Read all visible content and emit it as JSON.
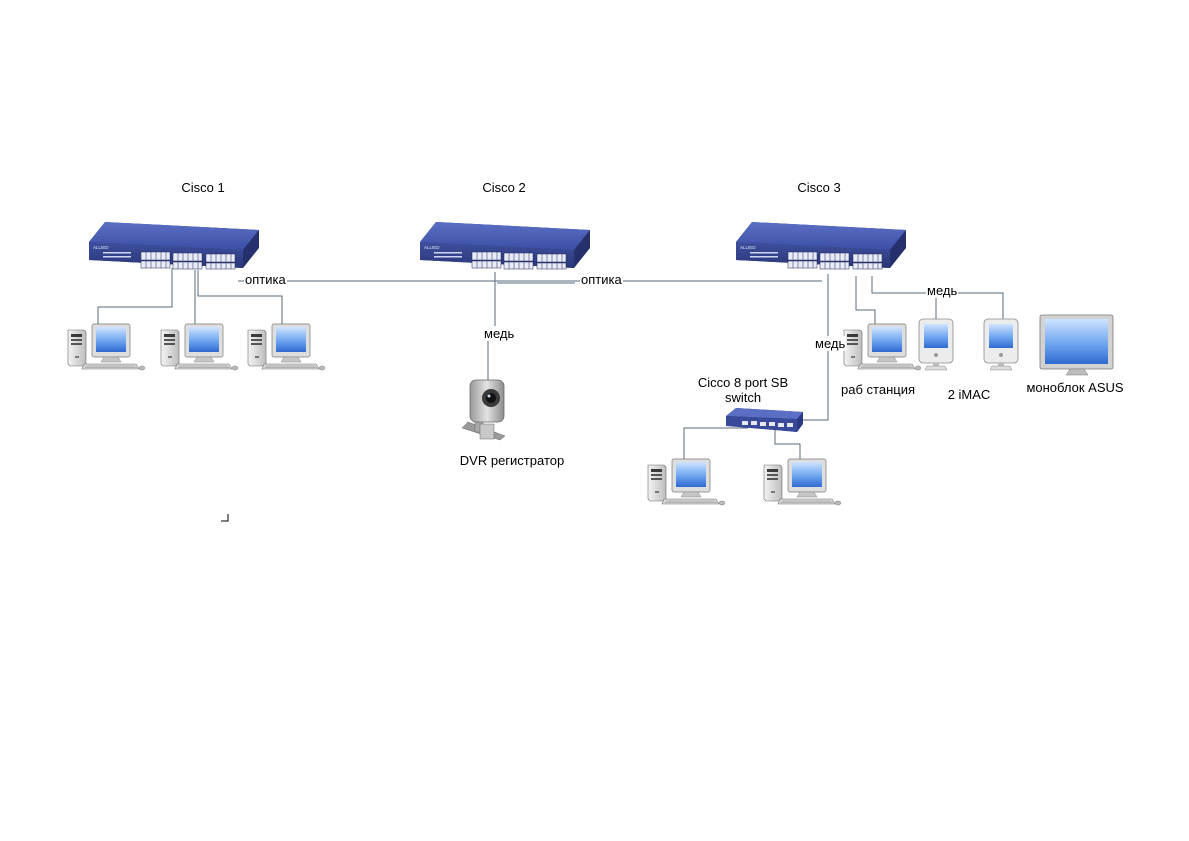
{
  "diagram": {
    "switches": {
      "cisco1": "Cisco 1",
      "cisco2": "Cisco 2",
      "cisco3": "Cisco 3",
      "small": "Cicco 8 port SB switch"
    },
    "links": {
      "fiber_1_2": "оптика",
      "fiber_2_3": "оптика",
      "copper_camera": "медь",
      "copper_cisco3_left": "медь",
      "copper_cisco3_right": "медь"
    },
    "devices": {
      "camera": "DVR регистратор",
      "workstation": "раб станция",
      "imacs": "2 iMAC",
      "aio": "моноблок ASUS"
    }
  }
}
